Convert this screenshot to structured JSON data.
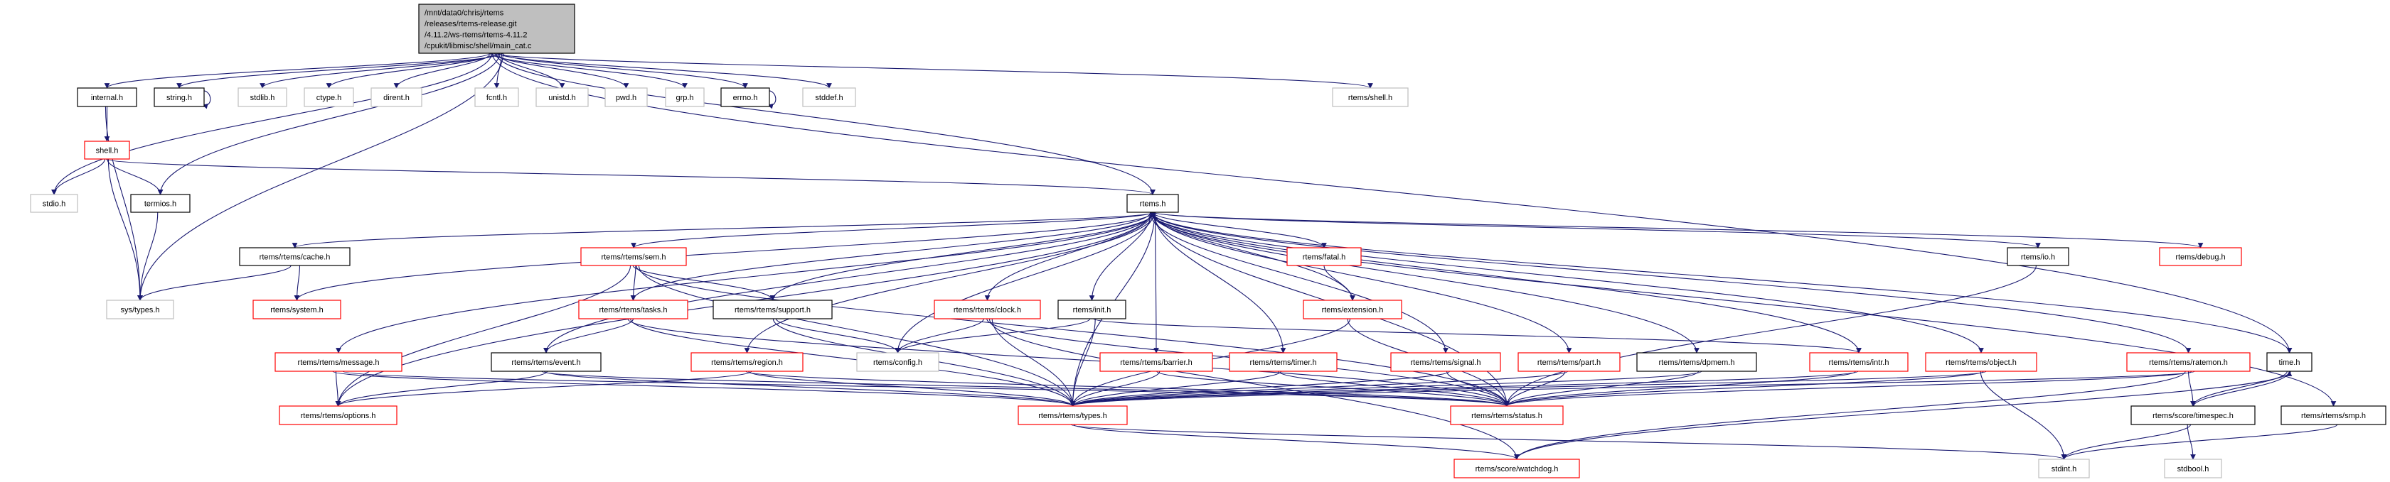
{
  "colors": {
    "edge": "#191970",
    "root_fill": "#bfbfbf",
    "border_documented": "#000000",
    "border_truncated": "#ff0000",
    "border_external": "#bfbfbf"
  },
  "nodes": {
    "root": {
      "label": [
        "/mnt/data0/chrisj/rtems",
        "/releases/rtems-release.git",
        "/4.11.2/ws-rtems/rtems-4.11.2",
        "/cpukit/libmisc/shell/main_cat.c"
      ],
      "kind": "root"
    },
    "internal": {
      "label": [
        "internal.h"
      ],
      "kind": "documented"
    },
    "string": {
      "label": [
        "string.h"
      ],
      "kind": "documented"
    },
    "stdlib": {
      "label": [
        "stdlib.h"
      ],
      "kind": "external"
    },
    "ctype": {
      "label": [
        "ctype.h"
      ],
      "kind": "external"
    },
    "dirent": {
      "label": [
        "dirent.h"
      ],
      "kind": "external"
    },
    "fcntl": {
      "label": [
        "fcntl.h"
      ],
      "kind": "external"
    },
    "unistd": {
      "label": [
        "unistd.h"
      ],
      "kind": "external"
    },
    "pwd": {
      "label": [
        "pwd.h"
      ],
      "kind": "external"
    },
    "grp": {
      "label": [
        "grp.h"
      ],
      "kind": "external"
    },
    "errno": {
      "label": [
        "errno.h"
      ],
      "kind": "documented"
    },
    "stddef": {
      "label": [
        "stddef.h"
      ],
      "kind": "external"
    },
    "rshell": {
      "label": [
        "rtems/shell.h"
      ],
      "kind": "external"
    },
    "shell": {
      "label": [
        "shell.h"
      ],
      "kind": "truncated"
    },
    "stdio": {
      "label": [
        "stdio.h"
      ],
      "kind": "external"
    },
    "termios": {
      "label": [
        "termios.h"
      ],
      "kind": "documented"
    },
    "systypes": {
      "label": [
        "sys/types.h"
      ],
      "kind": "external"
    },
    "rtems": {
      "label": [
        "rtems.h"
      ],
      "kind": "documented"
    },
    "cache": {
      "label": [
        "rtems/rtems/cache.h"
      ],
      "kind": "documented"
    },
    "system": {
      "label": [
        "rtems/system.h"
      ],
      "kind": "truncated"
    },
    "sem": {
      "label": [
        "rtems/rtems/sem.h"
      ],
      "kind": "truncated"
    },
    "tasks": {
      "label": [
        "rtems/rtems/tasks.h"
      ],
      "kind": "truncated"
    },
    "support": {
      "label": [
        "rtems/rtems/support.h"
      ],
      "kind": "documented"
    },
    "fatal": {
      "label": [
        "rtems/fatal.h"
      ],
      "kind": "truncated"
    },
    "clock": {
      "label": [
        "rtems/rtems/clock.h"
      ],
      "kind": "truncated"
    },
    "init": {
      "label": [
        "rtems/init.h"
      ],
      "kind": "documented"
    },
    "extension": {
      "label": [
        "rtems/extension.h"
      ],
      "kind": "truncated"
    },
    "io": {
      "label": [
        "rtems/io.h"
      ],
      "kind": "documented"
    },
    "debug": {
      "label": [
        "rtems/debug.h"
      ],
      "kind": "truncated"
    },
    "message": {
      "label": [
        "rtems/rtems/message.h"
      ],
      "kind": "truncated"
    },
    "event": {
      "label": [
        "rtems/rtems/event.h"
      ],
      "kind": "documented"
    },
    "region": {
      "label": [
        "rtems/rtems/region.h"
      ],
      "kind": "truncated"
    },
    "config": {
      "label": [
        "rtems/config.h"
      ],
      "kind": "external"
    },
    "barrier": {
      "label": [
        "rtems/rtems/barrier.h"
      ],
      "kind": "truncated"
    },
    "timer": {
      "label": [
        "rtems/rtems/timer.h"
      ],
      "kind": "truncated"
    },
    "signal": {
      "label": [
        "rtems/rtems/signal.h"
      ],
      "kind": "truncated"
    },
    "part": {
      "label": [
        "rtems/rtems/part.h"
      ],
      "kind": "truncated"
    },
    "dpmem": {
      "label": [
        "rtems/rtems/dpmem.h"
      ],
      "kind": "documented"
    },
    "intr": {
      "label": [
        "rtems/rtems/intr.h"
      ],
      "kind": "truncated"
    },
    "object": {
      "label": [
        "rtems/rtems/object.h"
      ],
      "kind": "truncated"
    },
    "ratemon": {
      "label": [
        "rtems/rtems/ratemon.h"
      ],
      "kind": "truncated"
    },
    "time": {
      "label": [
        "time.h"
      ],
      "kind": "documented"
    },
    "options": {
      "label": [
        "rtems/rtems/options.h"
      ],
      "kind": "truncated"
    },
    "types": {
      "label": [
        "rtems/rtems/types.h"
      ],
      "kind": "truncated"
    },
    "status": {
      "label": [
        "rtems/rtems/status.h"
      ],
      "kind": "truncated"
    },
    "timespec": {
      "label": [
        "rtems/score/timespec.h"
      ],
      "kind": "documented"
    },
    "smp": {
      "label": [
        "rtems/rtems/smp.h"
      ],
      "kind": "documented"
    },
    "watchdog": {
      "label": [
        "rtems/score/watchdog.h"
      ],
      "kind": "truncated"
    },
    "stdint": {
      "label": [
        "stdint.h"
      ],
      "kind": "external"
    },
    "stdbool": {
      "label": [
        "stdbool.h"
      ],
      "kind": "external"
    }
  },
  "edges": [
    [
      "root",
      "internal"
    ],
    [
      "root",
      "string"
    ],
    [
      "root",
      "stdlib"
    ],
    [
      "root",
      "ctype"
    ],
    [
      "root",
      "dirent"
    ],
    [
      "root",
      "fcntl"
    ],
    [
      "root",
      "unistd"
    ],
    [
      "root",
      "pwd"
    ],
    [
      "root",
      "grp"
    ],
    [
      "root",
      "errno"
    ],
    [
      "root",
      "stddef"
    ],
    [
      "root",
      "rshell"
    ],
    [
      "root",
      "stdio"
    ],
    [
      "root",
      "systypes"
    ],
    [
      "root",
      "termios"
    ],
    [
      "root",
      "rtems"
    ],
    [
      "root",
      "time"
    ],
    [
      "string",
      "string"
    ],
    [
      "errno",
      "errno"
    ],
    [
      "internal",
      "shell"
    ],
    [
      "internal",
      "systypes"
    ],
    [
      "shell",
      "stdio"
    ],
    [
      "shell",
      "systypes"
    ],
    [
      "shell",
      "termios"
    ],
    [
      "shell",
      "rtems"
    ],
    [
      "termios",
      "systypes"
    ],
    [
      "rtems",
      "cache"
    ],
    [
      "rtems",
      "system"
    ],
    [
      "rtems",
      "sem"
    ],
    [
      "rtems",
      "tasks"
    ],
    [
      "rtems",
      "support"
    ],
    [
      "rtems",
      "message"
    ],
    [
      "rtems",
      "event"
    ],
    [
      "rtems",
      "options"
    ],
    [
      "rtems",
      "region"
    ],
    [
      "rtems",
      "config"
    ],
    [
      "rtems",
      "clock"
    ],
    [
      "rtems",
      "init"
    ],
    [
      "rtems",
      "barrier"
    ],
    [
      "rtems",
      "timer"
    ],
    [
      "rtems",
      "fatal"
    ],
    [
      "rtems",
      "extension"
    ],
    [
      "rtems",
      "signal"
    ],
    [
      "rtems",
      "part"
    ],
    [
      "rtems",
      "dpmem"
    ],
    [
      "rtems",
      "intr"
    ],
    [
      "rtems",
      "object"
    ],
    [
      "rtems",
      "io"
    ],
    [
      "rtems",
      "debug"
    ],
    [
      "rtems",
      "ratemon"
    ],
    [
      "rtems",
      "smp"
    ],
    [
      "rtems",
      "types"
    ],
    [
      "rtems",
      "status"
    ],
    [
      "rtems",
      "time"
    ],
    [
      "cache",
      "systypes"
    ],
    [
      "cache",
      "system"
    ],
    [
      "sem",
      "tasks"
    ],
    [
      "sem",
      "support"
    ],
    [
      "sem",
      "options"
    ],
    [
      "sem",
      "types"
    ],
    [
      "sem",
      "status"
    ],
    [
      "tasks",
      "event"
    ],
    [
      "tasks",
      "types"
    ],
    [
      "tasks",
      "status"
    ],
    [
      "support",
      "config"
    ],
    [
      "support",
      "types"
    ],
    [
      "message",
      "options"
    ],
    [
      "message",
      "types"
    ],
    [
      "message",
      "status"
    ],
    [
      "event",
      "options"
    ],
    [
      "event",
      "types"
    ],
    [
      "event",
      "status"
    ],
    [
      "region",
      "options"
    ],
    [
      "region",
      "types"
    ],
    [
      "region",
      "status"
    ],
    [
      "clock",
      "config"
    ],
    [
      "clock",
      "types"
    ],
    [
      "clock",
      "watchdog"
    ],
    [
      "clock",
      "status"
    ],
    [
      "init",
      "config"
    ],
    [
      "init",
      "types"
    ],
    [
      "init",
      "intr"
    ],
    [
      "fatal",
      "extension"
    ],
    [
      "extension",
      "types"
    ],
    [
      "extension",
      "status"
    ],
    [
      "barrier",
      "types"
    ],
    [
      "barrier",
      "status"
    ],
    [
      "timer",
      "types"
    ],
    [
      "timer",
      "status"
    ],
    [
      "signal",
      "types"
    ],
    [
      "signal",
      "status"
    ],
    [
      "part",
      "types"
    ],
    [
      "part",
      "status"
    ],
    [
      "dpmem",
      "types"
    ],
    [
      "dpmem",
      "status"
    ],
    [
      "intr",
      "types"
    ],
    [
      "intr",
      "status"
    ],
    [
      "object",
      "types"
    ],
    [
      "object",
      "status"
    ],
    [
      "object",
      "stdint"
    ],
    [
      "io",
      "status"
    ],
    [
      "ratemon",
      "types"
    ],
    [
      "ratemon",
      "status"
    ],
    [
      "ratemon",
      "timespec"
    ],
    [
      "ratemon",
      "watchdog"
    ],
    [
      "time",
      "timespec"
    ],
    [
      "time",
      "watchdog"
    ],
    [
      "timespec",
      "time"
    ],
    [
      "timespec",
      "stdint"
    ],
    [
      "timespec",
      "stdbool"
    ],
    [
      "smp",
      "stdint"
    ],
    [
      "types",
      "watchdog"
    ],
    [
      "types",
      "stdint"
    ]
  ]
}
